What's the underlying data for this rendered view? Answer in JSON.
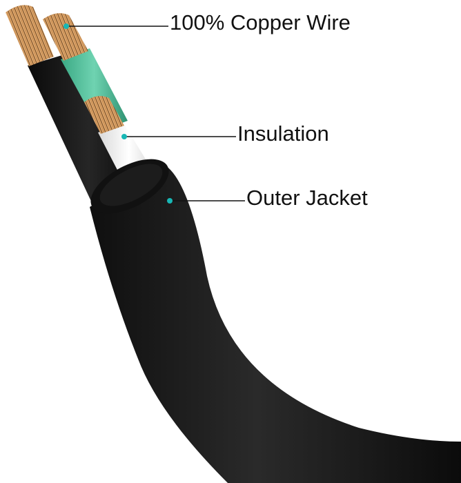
{
  "callouts": {
    "copper_wire": "100% Copper Wire",
    "insulation": "Insulation",
    "outer_jacket": "Outer Jacket"
  },
  "colors": {
    "background": "#ffffff",
    "jacket": "#1b1b1b",
    "copper": "#c98a4a",
    "green_insulation": "#4fbf9a",
    "white_insulation": "#f4f4f4",
    "callout_dot": "#18b7b5"
  }
}
